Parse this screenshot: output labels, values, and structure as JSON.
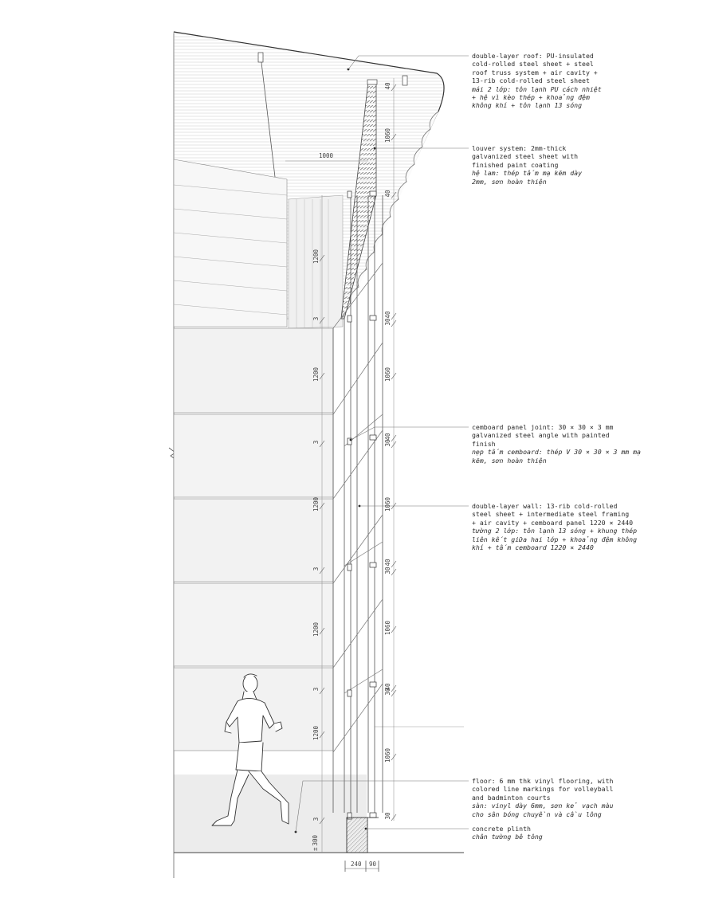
{
  "annotations": {
    "roof": {
      "en": "double-layer roof: PU-insulated\ncold-rolled steel sheet + steel\nroof truss system + air cavity +\n13-rib cold-rolled steel sheet",
      "vi": "mái 2 lớp: tôn lạnh PU cách nhiệt\n+ hệ vì kèo thép + khoảng đệm\nkhông khí + tôn lạnh 13 sóng"
    },
    "louver": {
      "en": "louver system: 2mm-thick\ngalvanized steel sheet with\nfinished paint coating",
      "vi": "hệ lam: thép tấm mạ kẽm dày\n2mm, sơn hoàn thiện"
    },
    "joint": {
      "en": "cemboard panel joint: 30 × 30 × 3 mm\ngalvanized steel angle with painted\nfinish",
      "vi": "nẹp tấm cemboard: thép V 30 × 30 × 3 mm mạ\nkẽm, sơn hoàn thiện"
    },
    "wall": {
      "en": "double-layer wall: 13-rib cold-rolled\nsteel sheet + intermediate steel framing\n+ air cavity + cemboard panel 1220 × 2440",
      "vi": "tường 2 lớp: tôn lạnh 13 sóng + khung thép\nliên kết giữa hai lớp + khoảng đệm không\nkhí + tấm cemboard 1220 × 2440"
    },
    "floor": {
      "en": "floor: 6 mm thk vinyl flooring, with\ncolored line markings for volleyball\nand badminton courts",
      "vi": "sàn: vinyl dày 6mm, sơn kẻ vạch màu\ncho sân bóng chuyền và cầu lông"
    },
    "plinth": {
      "en": "concrete plinth",
      "vi": "chân tường bê tông"
    }
  },
  "dimensions": {
    "top_width": "1000",
    "left_vertical": [
      "1200",
      "3",
      "1200",
      "3",
      "1200",
      "3",
      "1200",
      "3",
      "1200",
      "3"
    ],
    "left_level": "300",
    "left_level_symbol": "±",
    "right_vertical": [
      "40",
      "1060",
      "40",
      "40",
      "30",
      "1060",
      "40",
      "30",
      "1060",
      "40",
      "30",
      "1060",
      "40",
      "30",
      "1060",
      "30"
    ],
    "bottom_widths": [
      "240",
      "90"
    ]
  },
  "colors": {
    "line": "#555555",
    "light_line": "#9a9a9a",
    "fill_floor": "#ededed",
    "fill_roof": "#f4f4f4",
    "fill_plinth": "#d9d9d9"
  }
}
